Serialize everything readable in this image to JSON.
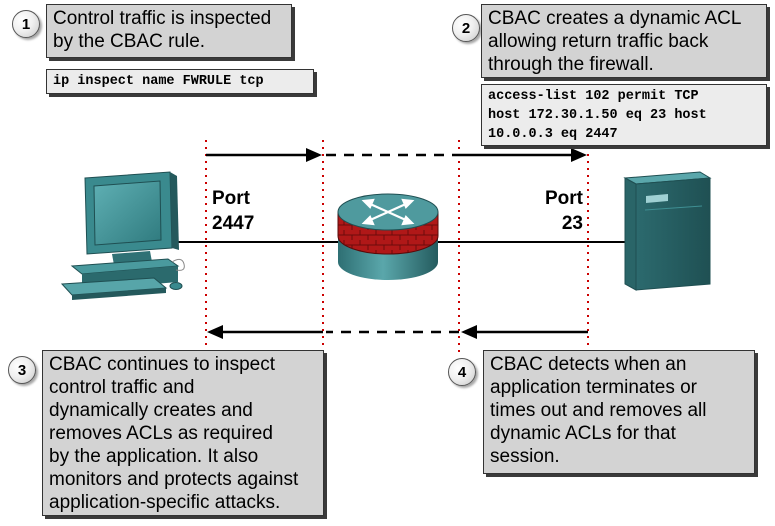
{
  "steps": [
    {
      "number": "1",
      "text": "Control traffic is inspected\nby the CBAC rule."
    },
    {
      "number": "2",
      "text": "CBAC creates a dynamic ACL\nallowing return traffic back\nthrough the firewall."
    },
    {
      "number": "3",
      "text": "CBAC continues to inspect\ncontrol traffic and\ndynamically creates and\nremoves ACLs as required\nby the application. It also\nmonitors and protects against\napplication-specific attacks."
    },
    {
      "number": "4",
      "text": "CBAC detects when an\napplication terminates or\ntimes out and removes all\ndynamic ACLs for that\nsession."
    }
  ],
  "commands": {
    "inspect_rule": "ip inspect name FWRULE tcp",
    "access_list": "access-list 102 permit TCP\nhost 172.30.1.50 eq 23 host\n10.0.0.3 eq 2447"
  },
  "ports": {
    "client": "Port\n2447",
    "server": "Port\n23"
  },
  "icons": {
    "client": "pc-workstation-icon",
    "firewall": "firewall-router-icon",
    "server": "server-icon"
  },
  "colors": {
    "box_fill": "#d3d3d3",
    "code_fill": "#ececec",
    "boundary_red": "#cc0000",
    "device_teal": "#3f8f93"
  }
}
